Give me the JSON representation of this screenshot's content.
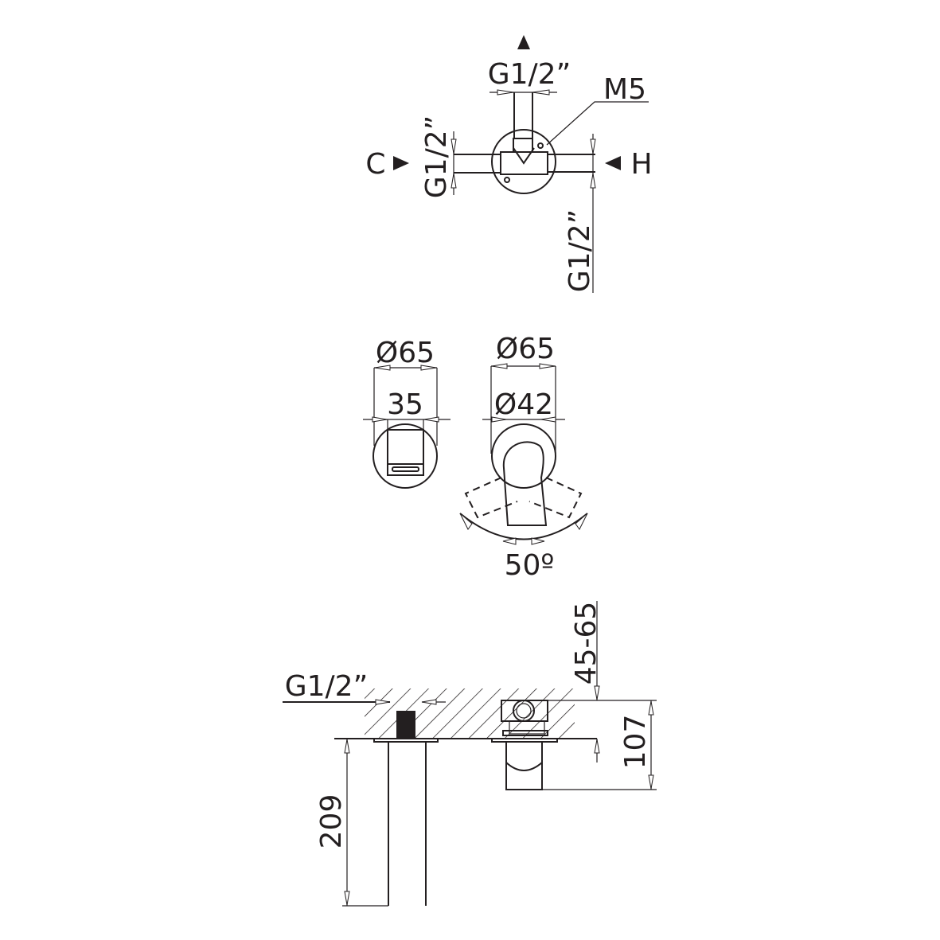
{
  "top_view": {
    "top_thread": "G1/2”",
    "screw": "M5",
    "left_thread": "G1/2”",
    "right_thread": "G1/2”",
    "cold_label": "C",
    "hot_label": "H"
  },
  "front_view": {
    "spout_diameter": "Ø65",
    "spout_width": "35",
    "mixer_diameter": "Ø65",
    "handle_diameter": "Ø42",
    "rotation_angle": "50º"
  },
  "side_view": {
    "thread": "G1/2”",
    "wall_depth": "45-65",
    "mixer_projection": "107",
    "spout_projection": "209"
  },
  "colors": {
    "line": "#231f20",
    "background": "#ffffff"
  }
}
